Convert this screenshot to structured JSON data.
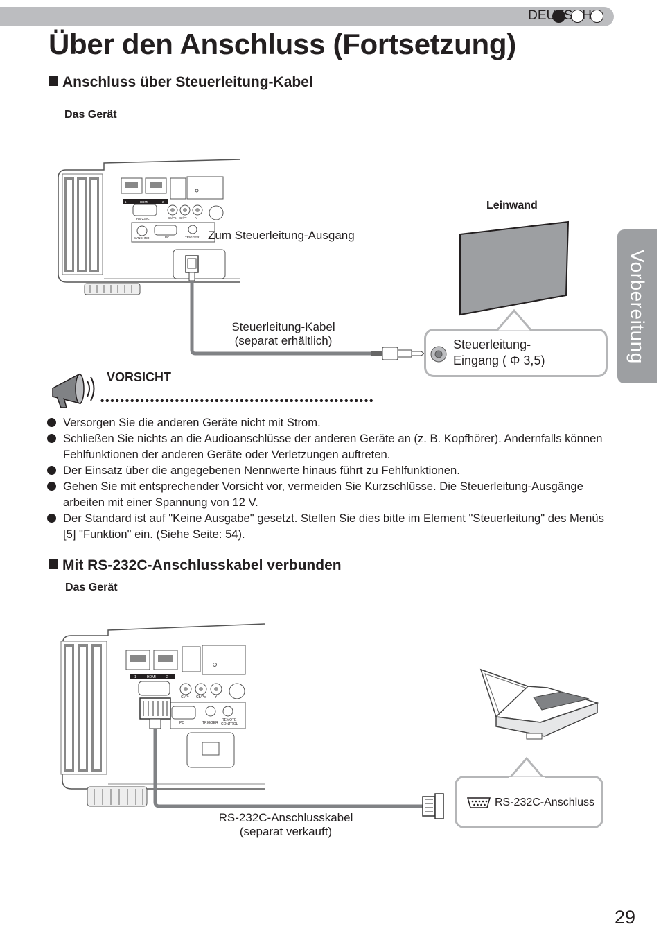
{
  "header": {
    "language": "DEUTSCH"
  },
  "title": "Über den Anschluss (Fortsetzung)",
  "side_tab": "Vorbereitung",
  "section1": {
    "heading": "Anschluss über Steuerleitung-Kabel",
    "device_label": "Das Gerät",
    "screen_label": "Leinwand",
    "output_label": "Zum Steuerleitung-Ausgang",
    "cable_label_line1": "Steuerleitung-Kabel",
    "cable_label_line2": "(separat erhältlich)",
    "input_line1": "Steuerleitung-",
    "input_line2": "Eingang ( Φ 3,5)"
  },
  "caution": {
    "heading": "VORSICHT",
    "items": [
      "Versorgen Sie die anderen Geräte nicht mit Strom.",
      "Schließen Sie nichts an die Audioanschlüsse der anderen Geräte an (z. B. Kopfhörer). Andernfalls können Fehlfunktionen der anderen Geräte oder Verletzungen auftreten.",
      "Der Einsatz über die angegebenen Nennwerte hinaus führt zu Fehlfunktionen.",
      "Gehen Sie mit entsprechender Vorsicht vor, vermeiden Sie Kurzschlüsse. Die Steuerleitung-Ausgänge arbeiten mit einer Spannung von 12 V.",
      "Der Standard ist auf \"Keine Ausgabe\" gesetzt. Stellen Sie dies bitte im Element \"Steuerleitung\" des Menüs [5] \"Funktion\" ein. (Siehe Seite: 54)."
    ]
  },
  "section2": {
    "heading": "Mit RS-232C-Anschlusskabel verbunden",
    "device_label": "Das Gerät",
    "port_label": "RS-232C-Anschluss",
    "cable_label_line1": "RS-232C-Anschlusskabel",
    "cable_label_line2": "(separat verkauft)"
  },
  "panel_labels": {
    "hdmi": "HDMI",
    "hdmi_1": "1",
    "hdmi_2": "2",
    "rs232c": "RS-232C",
    "cb_pb": "Cb/Pb",
    "cr_pr": "Cr/Pr",
    "y": "Y",
    "synchro": "SYNCHRO",
    "pc": "PC",
    "trigger": "TRIGGER",
    "remote_control_1": "REMOTE",
    "remote_control_2": "CONTROL"
  },
  "page_number": "29"
}
